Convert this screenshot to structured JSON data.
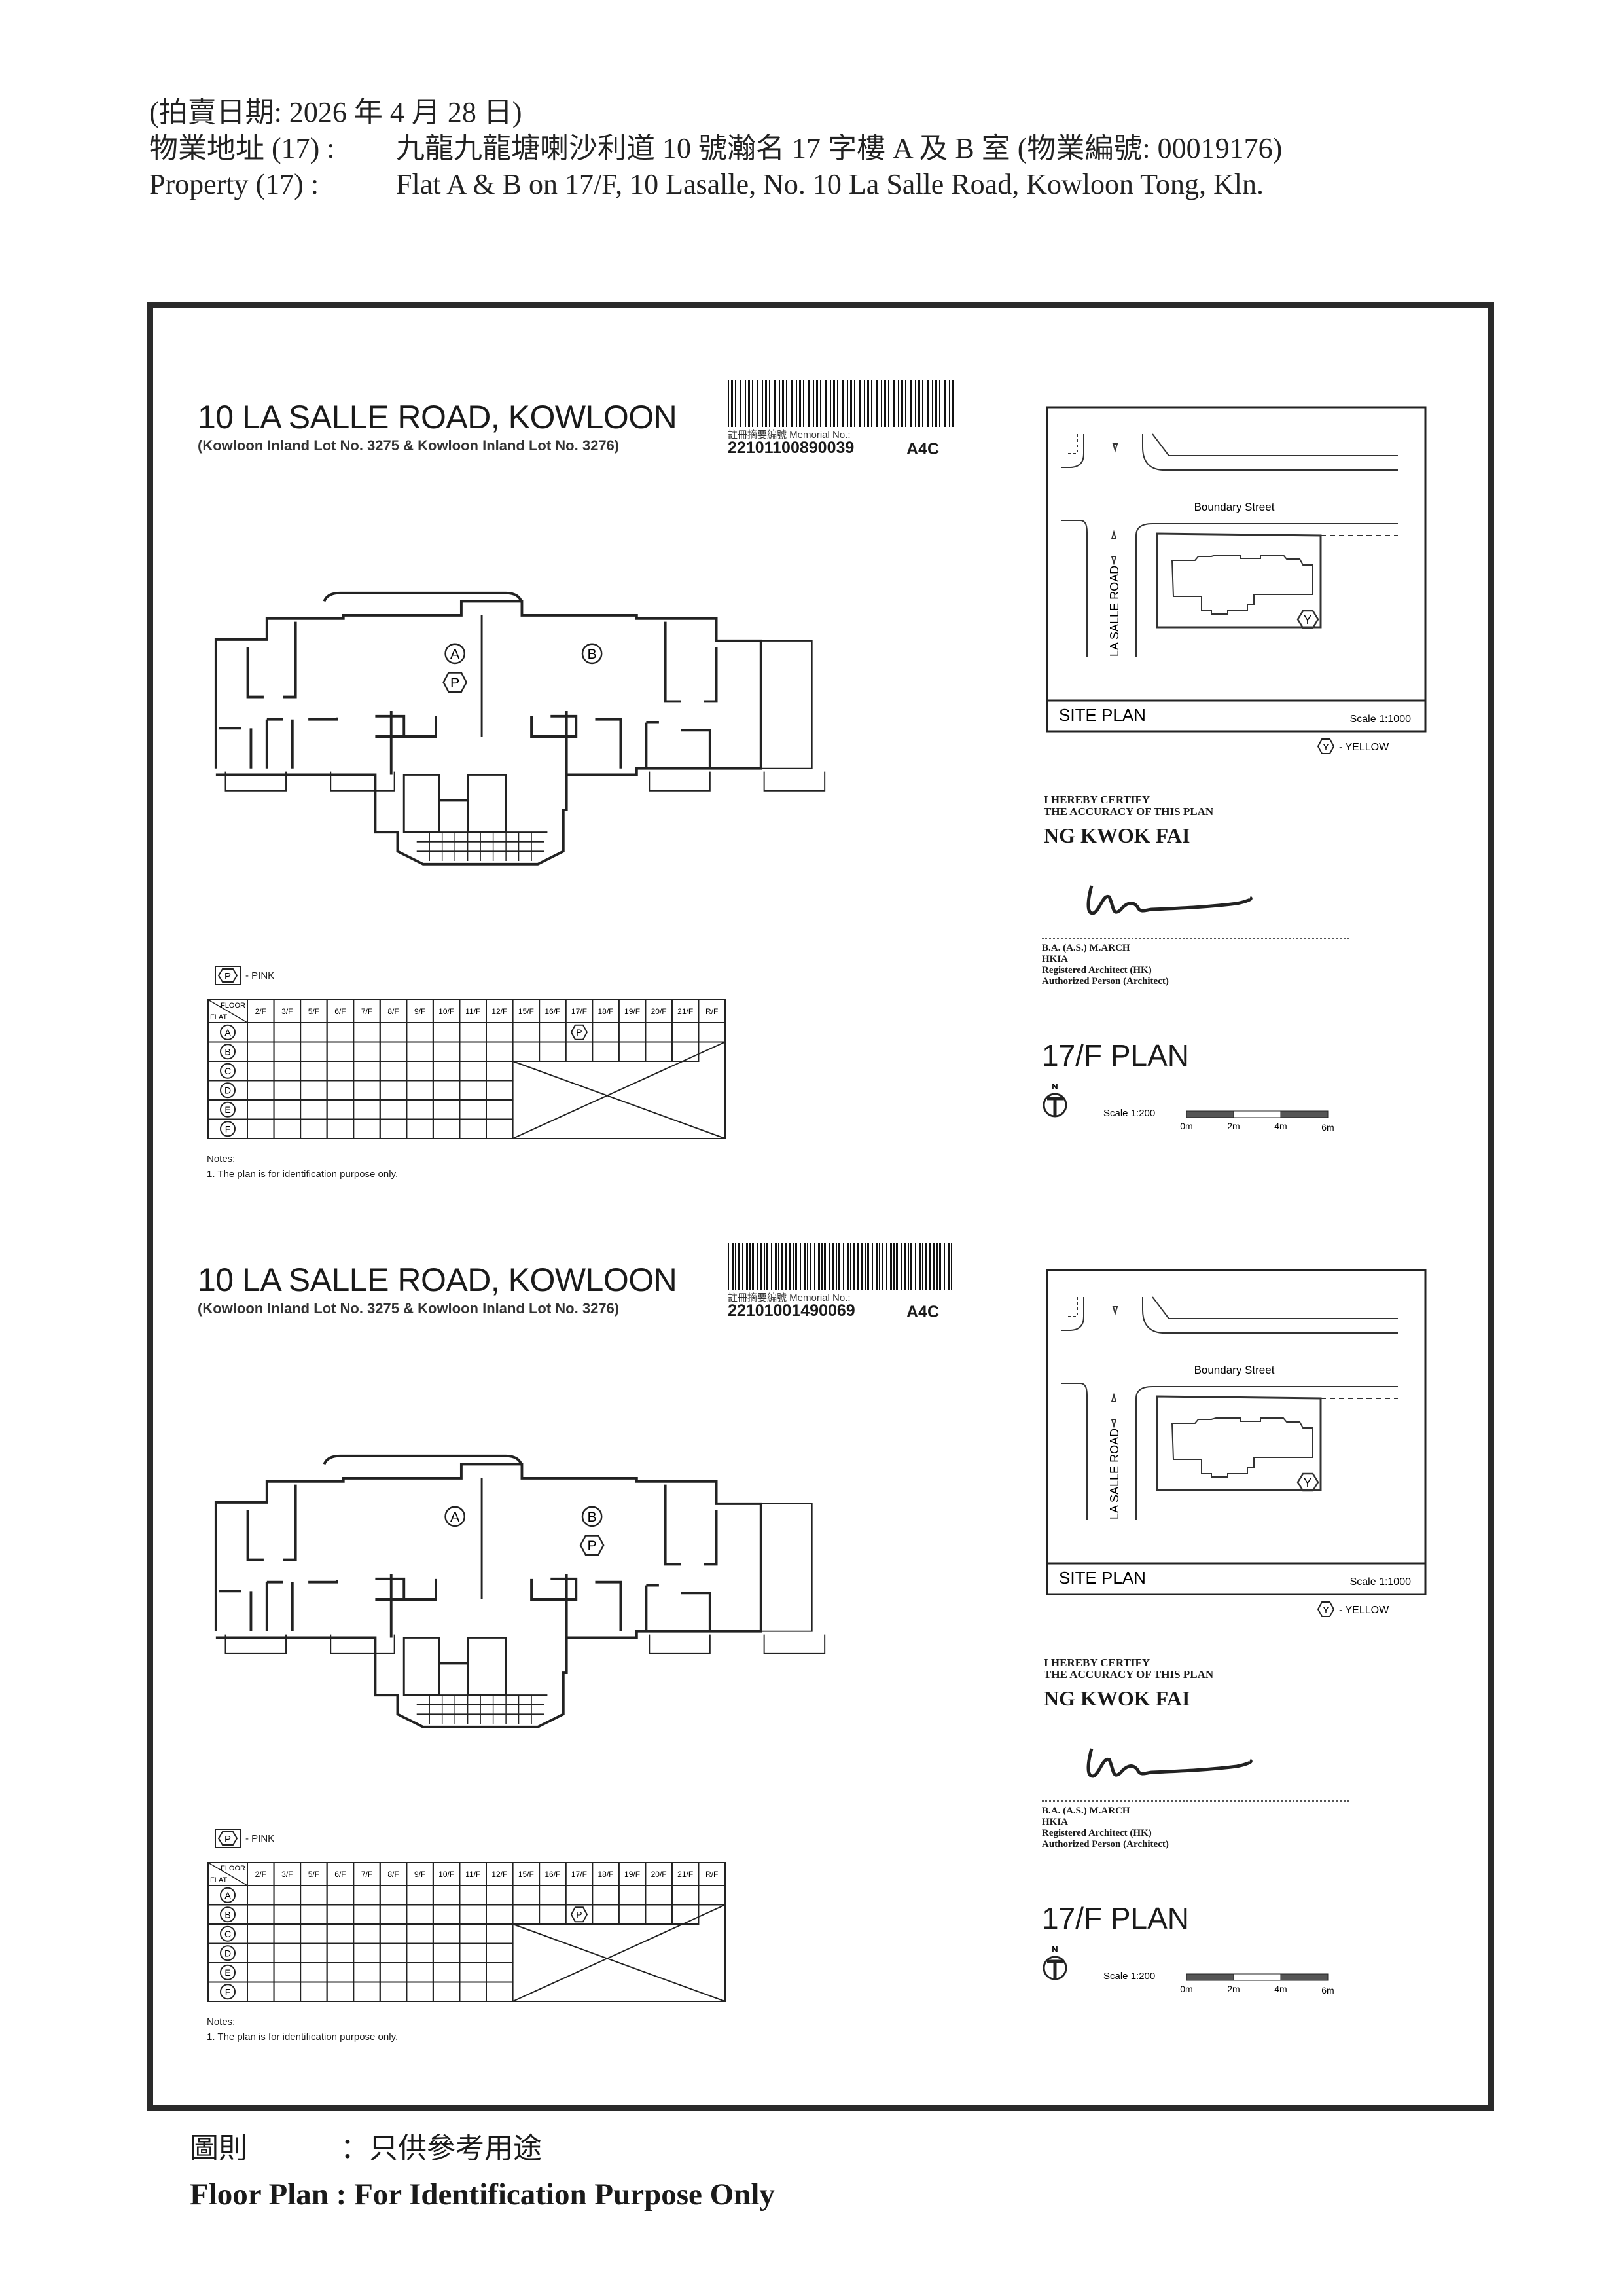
{
  "header": {
    "auction_date": "(拍賣日期:  2026 年 4 月 28 日)",
    "address_cn_label": "物業地址 (17) :",
    "address_cn": "九龍九龍塘喇沙利道 10 號瀚名 17 字樓 A 及 B 室 (物業編號: 00019176)",
    "address_en_label": "Property   (17) :",
    "address_en": "Flat A & B on 17/F, 10 Lasalle, No. 10 La Salle Road, Kowloon Tong, Kln."
  },
  "panels": [
    {
      "title": "10 LA SALLE ROAD, KOWLOON",
      "subtitle": "(Kowloon Inland Lot No. 3275 & Kowloon Inland Lot No. 3276)",
      "memorial_label": "註冊摘要編號 Memorial No.:",
      "memorial_no": "22101100890039",
      "sheet": "A4C",
      "plan_labels": {
        "flat_a": "A",
        "flat_b": "B",
        "pink_marker": "P",
        "pink_on": "A"
      },
      "legend_pink": "P",
      "legend_pink_text": "- PINK",
      "table": {
        "corner_top": "FLOOR",
        "corner_bottom": "FLAT",
        "floors": [
          "2/F",
          "3/F",
          "5/F",
          "6/F",
          "7/F",
          "8/F",
          "9/F",
          "10/F",
          "11/F",
          "12/F",
          "15/F",
          "16/F",
          "17/F",
          "18/F",
          "19/F",
          "20/F",
          "21/F",
          "R/F"
        ],
        "flats": [
          {
            "label": "A",
            "floor_count": 18
          },
          {
            "label": "B",
            "floor_count": 17
          },
          {
            "label": "C",
            "floor_count": 10
          },
          {
            "label": "D",
            "floor_count": 10
          },
          {
            "label": "E",
            "floor_count": 10
          },
          {
            "label": "F",
            "floor_count": 10
          }
        ],
        "marker": {
          "flat": "A",
          "floor": "17/F",
          "label": "P"
        }
      },
      "notes_title": "Notes:",
      "notes": [
        "1.   The plan is for identification purpose only."
      ],
      "site_plan": {
        "street": "Boundary Street",
        "road": "LA SALLE ROAD",
        "marker": "Y",
        "title": "SITE PLAN",
        "scale": "Scale 1:1000",
        "legend_marker": "Y",
        "legend_text": "- YELLOW"
      },
      "certify_line1": "I HEREBY CERTIFY",
      "certify_line2": "THE ACCURACY OF THIS PLAN",
      "architect_name": "NG KWOK FAI",
      "credentials": [
        "B.A. (A.S.) M.ARCH",
        "HKIA",
        "Registered Architect (HK)",
        "Authorized Person (Architect)"
      ],
      "plan_title": "17/F PLAN",
      "north": "N",
      "scale_label": "Scale 1:200",
      "scale_ticks": [
        "0m",
        "2m",
        "4m",
        "6m"
      ]
    },
    {
      "title": "10 LA SALLE ROAD, KOWLOON",
      "subtitle": "(Kowloon Inland Lot No. 3275 & Kowloon Inland Lot No. 3276)",
      "memorial_label": "註冊摘要編號 Memorial No.:",
      "memorial_no": "22101001490069",
      "sheet": "A4C",
      "plan_labels": {
        "flat_a": "A",
        "flat_b": "B",
        "pink_marker": "P",
        "pink_on": "B"
      },
      "legend_pink": "P",
      "legend_pink_text": "- PINK",
      "table": {
        "corner_top": "FLOOR",
        "corner_bottom": "FLAT",
        "floors": [
          "2/F",
          "3/F",
          "5/F",
          "6/F",
          "7/F",
          "8/F",
          "9/F",
          "10/F",
          "11/F",
          "12/F",
          "15/F",
          "16/F",
          "17/F",
          "18/F",
          "19/F",
          "20/F",
          "21/F",
          "R/F"
        ],
        "flats": [
          {
            "label": "A",
            "floor_count": 18
          },
          {
            "label": "B",
            "floor_count": 17
          },
          {
            "label": "C",
            "floor_count": 10
          },
          {
            "label": "D",
            "floor_count": 10
          },
          {
            "label": "E",
            "floor_count": 10
          },
          {
            "label": "F",
            "floor_count": 10
          }
        ],
        "marker": {
          "flat": "B",
          "floor": "17/F",
          "label": "P"
        }
      },
      "notes_title": "Notes:",
      "notes": [
        "1.   The plan is for identification purpose only."
      ],
      "site_plan": {
        "street": "Boundary Street",
        "road": "LA SALLE ROAD",
        "marker": "Y",
        "title": "SITE PLAN",
        "scale": "Scale 1:1000",
        "legend_marker": "Y",
        "legend_text": "- YELLOW"
      },
      "certify_line1": "I HEREBY CERTIFY",
      "certify_line2": "THE ACCURACY OF THIS PLAN",
      "architect_name": "NG KWOK FAI",
      "credentials": [
        "B.A. (A.S.) M.ARCH",
        "HKIA",
        "Registered Architect (HK)",
        "Authorized Person (Architect)"
      ],
      "plan_title": "17/F PLAN",
      "north": "N",
      "scale_label": "Scale 1:200",
      "scale_ticks": [
        "0m",
        "2m",
        "4m",
        "6m"
      ]
    }
  ],
  "footer": {
    "cn_label": "圖則",
    "cn_text": "：只供參考用途",
    "en_text": "Floor Plan : For Identification Purpose Only"
  }
}
